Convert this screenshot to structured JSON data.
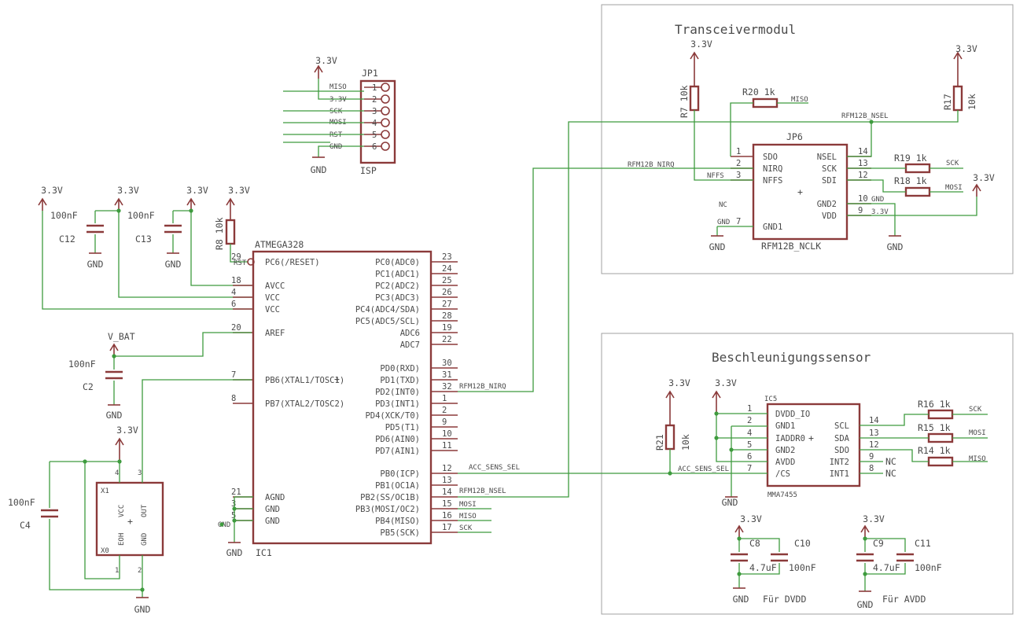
{
  "frames": {
    "transceiver_title": "Transceivermodul",
    "accel_title": "Beschleunigungssensor"
  },
  "isp": {
    "name": "JP1",
    "value": "ISP",
    "pins": [
      "1",
      "2",
      "3",
      "4",
      "5",
      "6"
    ],
    "nets": [
      "MISO",
      "3.3V",
      "SCK",
      "MOSI",
      "RST",
      "GND"
    ],
    "supply": "3.3V",
    "gnd": "GND"
  },
  "mcu": {
    "name": "ATMEGA328",
    "ref": "IC1",
    "left_pins": [
      {
        "num": "29",
        "name": "PC6(/RESET)"
      },
      {
        "num": "18",
        "name": "AVCC"
      },
      {
        "num": "4",
        "name": "VCC"
      },
      {
        "num": "6",
        "name": "VCC"
      },
      {
        "num": "20",
        "name": "AREF"
      },
      {
        "num": "7",
        "name": "PB6(XTAL1/TOSC1)"
      },
      {
        "num": "8",
        "name": "PB7(XTAL2/TOSC2)"
      },
      {
        "num": "21",
        "name": "AGND"
      },
      {
        "num": "3",
        "name": "GND"
      },
      {
        "num": "5",
        "name": "GND"
      }
    ],
    "right_pins": [
      {
        "num": "23",
        "name": "PC0(ADC0)"
      },
      {
        "num": "24",
        "name": "PC1(ADC1)"
      },
      {
        "num": "25",
        "name": "PC2(ADC2)"
      },
      {
        "num": "26",
        "name": "PC3(ADC3)"
      },
      {
        "num": "27",
        "name": "PC4(ADC4/SDA)"
      },
      {
        "num": "28",
        "name": "PC5(ADC5/SCL)"
      },
      {
        "num": "19",
        "name": "ADC6"
      },
      {
        "num": "22",
        "name": "ADC7"
      },
      {
        "num": "30",
        "name": "PD0(RXD)"
      },
      {
        "num": "31",
        "name": "PD1(TXD)"
      },
      {
        "num": "32",
        "name": "PD2(INT0)"
      },
      {
        "num": "1",
        "name": "PD3(INT1)"
      },
      {
        "num": "2",
        "name": "PD4(XCK/T0)"
      },
      {
        "num": "9",
        "name": "PD5(T1)"
      },
      {
        "num": "10",
        "name": "PD6(AIN0)"
      },
      {
        "num": "11",
        "name": "PD7(AIN1)"
      },
      {
        "num": "12",
        "name": "PB0(ICP)"
      },
      {
        "num": "13",
        "name": "PB1(OC1A)"
      },
      {
        "num": "14",
        "name": "PB2(SS/OC1B)"
      },
      {
        "num": "15",
        "name": "PB3(MOSI/OC2)"
      },
      {
        "num": "16",
        "name": "PB4(MISO)"
      },
      {
        "num": "17",
        "name": "PB5(SCK)"
      }
    ],
    "net_rfm12b_nirq": "RFM12B_NIRQ",
    "net_acc_sens_sel": "ACC_SENS_SEL",
    "net_rfm12b_nsel": "RFM12B_NSEL",
    "net_mosi": "MOSI",
    "net_miso": "MISO",
    "net_sck": "SCK",
    "net_rst": "RST",
    "net_gnd": "GND"
  },
  "caps": {
    "c12": {
      "name": "C12",
      "value": "100nF"
    },
    "c13": {
      "name": "C13",
      "value": "100nF"
    },
    "c2": {
      "name": "C2",
      "value": "100nF",
      "supply": "V_BAT"
    },
    "c4": {
      "name": "C4",
      "value": "100nF"
    },
    "c8": {
      "name": "C8",
      "value": "4.7uF"
    },
    "c10": {
      "name": "C10",
      "value": "100nF"
    },
    "c9": {
      "name": "C9",
      "value": "4.7uF"
    },
    "c11": {
      "name": "C11",
      "value": "100nF"
    },
    "dvdd_note": "Für DVDD",
    "avdd_note": "Für AVDD"
  },
  "res": {
    "r8": {
      "name": "R8",
      "value": "10k"
    },
    "r7": {
      "name": "R7",
      "value": "10k"
    },
    "r20": {
      "name": "R20",
      "value": "1k"
    },
    "r17": {
      "name": "R17",
      "value": "10k"
    },
    "r19": {
      "name": "R19",
      "value": "1k"
    },
    "r18": {
      "name": "R18",
      "value": "1k"
    },
    "r16": {
      "name": "R16",
      "value": "1k"
    },
    "r15": {
      "name": "R15",
      "value": "1k"
    },
    "r14": {
      "name": "R14",
      "value": "1k"
    },
    "r21": {
      "name": "R21",
      "value": "10k"
    }
  },
  "osc": {
    "name": "X1",
    "ref": "X0",
    "labels": [
      "EOH",
      "VCC",
      "GND",
      "OUT"
    ],
    "pins": [
      "4",
      "3",
      "1",
      "2"
    ]
  },
  "rfm": {
    "name": "JP6",
    "value": "RFM12B_NCLK",
    "left_pins": [
      {
        "num": "1",
        "name": "SDO"
      },
      {
        "num": "2",
        "name": "NIRQ"
      },
      {
        "num": "3",
        "name": "NFFS"
      }
    ],
    "gnd1_pin": {
      "num": "7",
      "name": "GND1"
    },
    "right_pins": [
      {
        "num": "14",
        "name": "NSEL"
      },
      {
        "num": "13",
        "name": "SCK"
      },
      {
        "num": "12",
        "name": "SDI"
      },
      {
        "num": "10",
        "name": "GND2"
      },
      {
        "num": "9",
        "name": "VDD"
      }
    ],
    "nc": "NC",
    "nffs": "NFFS",
    "gnd_label": "GND",
    "v33_label": "3.3V"
  },
  "accel": {
    "ref": "IC5",
    "value": "MMA7455",
    "left_pins": [
      {
        "num": "1",
        "name": "DVDD_IO"
      },
      {
        "num": "2",
        "name": "GND1"
      },
      {
        "num": "4",
        "name": "IADDR0"
      },
      {
        "num": "5",
        "name": "GND2"
      },
      {
        "num": "6",
        "name": "AVDD"
      },
      {
        "num": "7",
        "name": "/CS"
      }
    ],
    "right_pins": [
      {
        "num": "14",
        "name": "SCL"
      },
      {
        "num": "13",
        "name": "SDA"
      },
      {
        "num": "12",
        "name": "SDO"
      },
      {
        "num": "9",
        "name": "INT2"
      },
      {
        "num": "8",
        "name": "INT1"
      }
    ],
    "nc": "NC"
  },
  "power": {
    "v33": "3.3V",
    "gnd": "GND"
  }
}
